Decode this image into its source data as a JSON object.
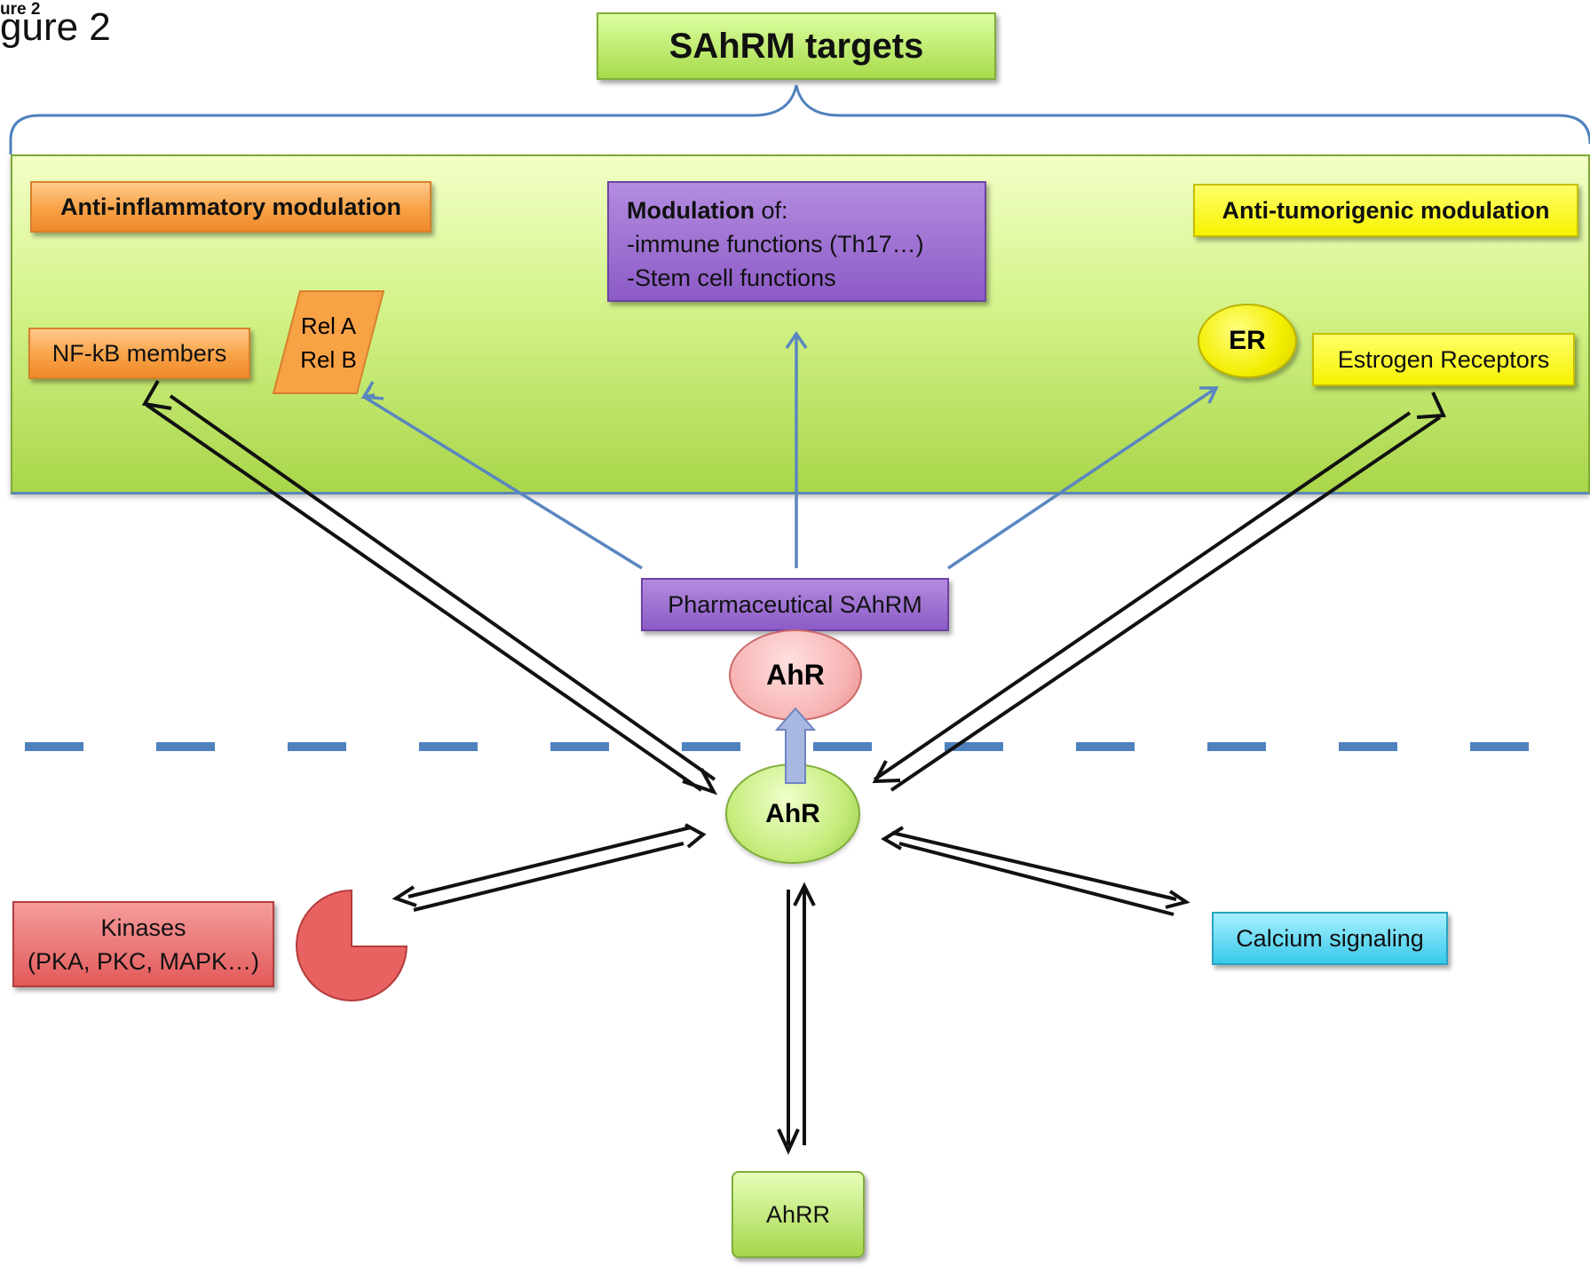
{
  "figure_label_small": "ure 2",
  "figure_label_big": "gure 2",
  "title": "SAhRM targets",
  "anti_inflammatory": "Anti-inflammatory modulation",
  "modulation": {
    "heading": "Modulation",
    "heading_suffix": " of:",
    "line1": "-immune functions (Th17…)",
    "line2": "-Stem cell functions"
  },
  "anti_tumorigenic": "Anti-tumorigenic modulation",
  "nfkb": "NF-kB members",
  "rel_a": "Rel A",
  "rel_b": "Rel B",
  "er": "ER",
  "estrogen_receptors": "Estrogen Receptors",
  "pharmaceutical": "Pharmaceutical SAhRM",
  "ahr_top": "AhR",
  "ahr_center": "AhR",
  "kinases_line1": "Kinases",
  "kinases_line2": "(PKA, PKC, MAPK…)",
  "calcium": "Calcium signaling",
  "ahrr": "AhRR",
  "colors": {
    "panel_green": "#c4e86c",
    "orange": "#f8a246",
    "yellow": "#f6f200",
    "purple": "#8c5bc6",
    "red": "#e35a5a",
    "cyan": "#37c9ea",
    "blue_arrow": "#5a86c0",
    "dashed_membrane": "#4f81bd"
  }
}
